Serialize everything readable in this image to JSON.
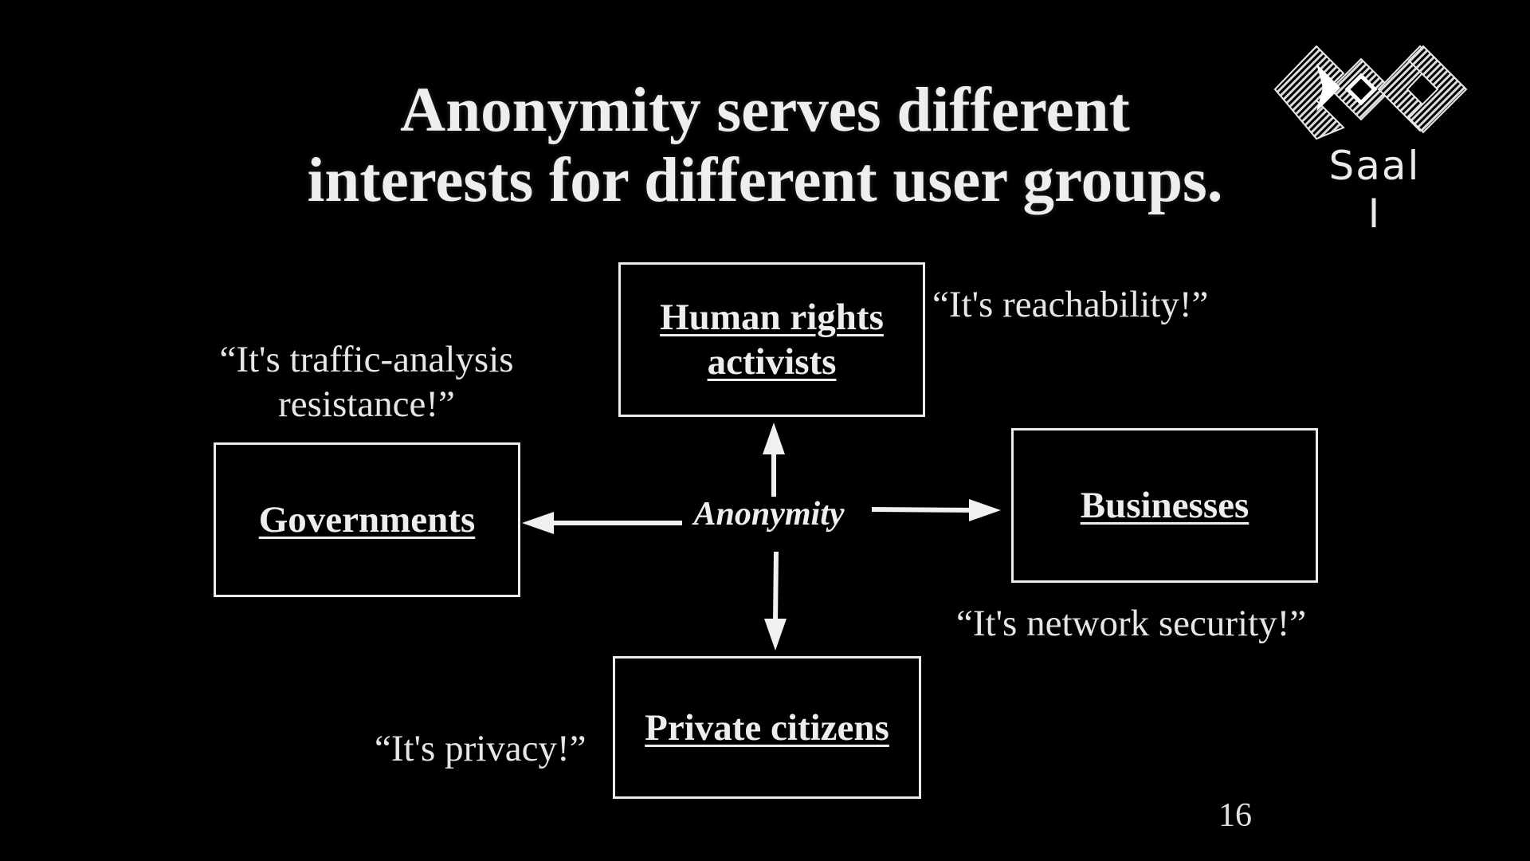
{
  "slide": {
    "title_lines": [
      "Anonymity serves different",
      "interests for different user groups."
    ],
    "page_number": "16"
  },
  "logo": {
    "label": "Saal I",
    "icon": "event-logo-icon"
  },
  "diagram": {
    "center": "Anonymity",
    "nodes": {
      "human_rights": {
        "lines": [
          "Human rights",
          "activists"
        ]
      },
      "governments": {
        "label": "Governments"
      },
      "businesses": {
        "label": "Businesses"
      },
      "private_citizens": {
        "label": "Private citizens"
      }
    },
    "quotes": {
      "reachability": "“It's reachability!”",
      "traffic_analysis": [
        "“It's traffic-analysis",
        "resistance!”"
      ],
      "network_security": "“It's network security!”",
      "privacy": "“It's privacy!”"
    },
    "edges": [
      {
        "from": "Anonymity",
        "to": "Human rights activists"
      },
      {
        "from": "Anonymity",
        "to": "Governments"
      },
      {
        "from": "Anonymity",
        "to": "Businesses"
      },
      {
        "from": "Anonymity",
        "to": "Private citizens"
      }
    ]
  },
  "colors": {
    "background": "#000000",
    "foreground": "#eeeeee"
  }
}
